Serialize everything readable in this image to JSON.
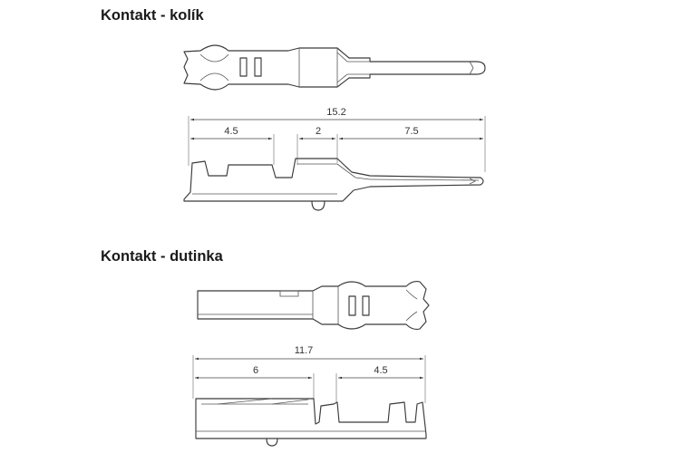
{
  "headings": {
    "pin_contact": "Kontakt - kolík",
    "socket_contact": "Kontakt - dutinka"
  },
  "dimensions": {
    "pin_total": "15.2",
    "pin_crimp": "4.5",
    "pin_mid": "2",
    "pin_tip": "7.5",
    "socket_total": "11.7",
    "socket_body": "6",
    "socket_crimp": "4.5"
  }
}
